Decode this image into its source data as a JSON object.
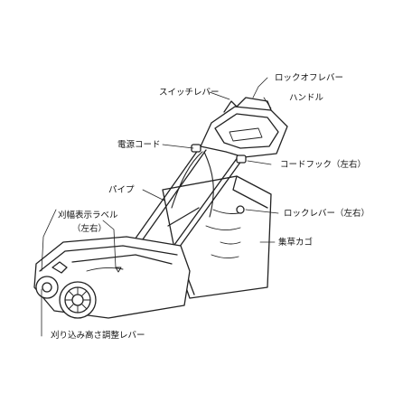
{
  "labels": {
    "lock_off_lever": "ロックオフレバー",
    "switch_lever": "スイッチレバー",
    "handle": "ハンドル",
    "power_cord": "電源コード",
    "cord_hook": "コードフック（左右）",
    "pipe": "パイプ",
    "cut_width_label_line1": "刈幅表示ラベル",
    "cut_width_label_line2": "（左右）",
    "lock_lever": "ロックレバー（左右）",
    "grass_bag": "集草カゴ",
    "height_adjust_lever": "刈り込み高さ調整レバー"
  },
  "colors": {
    "line": "#222222",
    "background": "#ffffff"
  }
}
